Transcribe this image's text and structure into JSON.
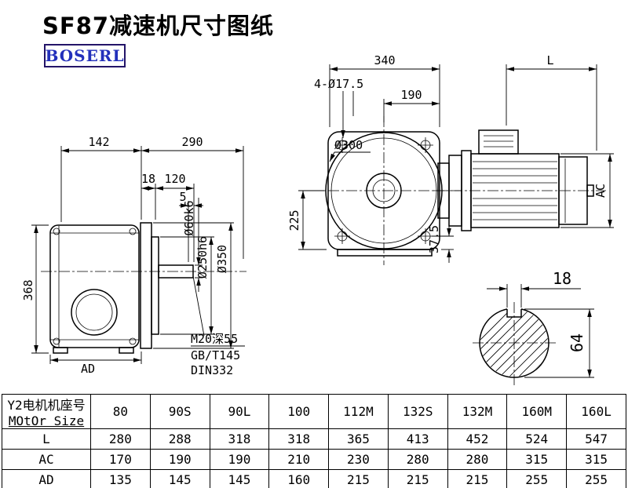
{
  "header": {
    "title": "SF87减速机尺寸图纸",
    "logo": "BOSERL"
  },
  "left_view": {
    "dim_142": "142",
    "dim_290": "290",
    "dim_18": "18",
    "dim_120": "120",
    "dim_5": "5",
    "dim_368": "368",
    "dim_ad": "AD",
    "dia_shaft": "Ø60k6",
    "dia_spigot": "Ø250h6",
    "dia_flange": "Ø350",
    "note_tap": "M20深55",
    "note_std1": "GB/T145",
    "note_std2": "DIN332"
  },
  "front_view": {
    "dim_340": "340",
    "dim_length": "L",
    "dim_bolt_holes": "4-Ø17.5",
    "dia_300": "Ø300",
    "dim_190": "190",
    "dim_225": "225",
    "dim_37_5": "37.5",
    "dim_ac": "AC"
  },
  "shaft_section": {
    "dim_key_width": "18",
    "dim_height": "64"
  },
  "table": {
    "row_header_line1": "Y2电机机座号",
    "row_header_line2": "MOtOr Size",
    "frame_sizes": [
      "80",
      "90S",
      "90L",
      "100",
      "112M",
      "132S",
      "132M",
      "160M",
      "160L"
    ],
    "rows": [
      {
        "label": "L",
        "values": [
          "280",
          "288",
          "318",
          "318",
          "365",
          "413",
          "452",
          "524",
          "547"
        ]
      },
      {
        "label": "AC",
        "values": [
          "170",
          "190",
          "190",
          "210",
          "230",
          "280",
          "280",
          "315",
          "315"
        ]
      },
      {
        "label": "AD",
        "values": [
          "135",
          "145",
          "145",
          "160",
          "215",
          "215",
          "215",
          "255",
          "255"
        ]
      }
    ]
  },
  "colors": {
    "line": "#000000",
    "background": "#ffffff",
    "logo_text": "#2330bb",
    "logo_border": "#231468"
  }
}
